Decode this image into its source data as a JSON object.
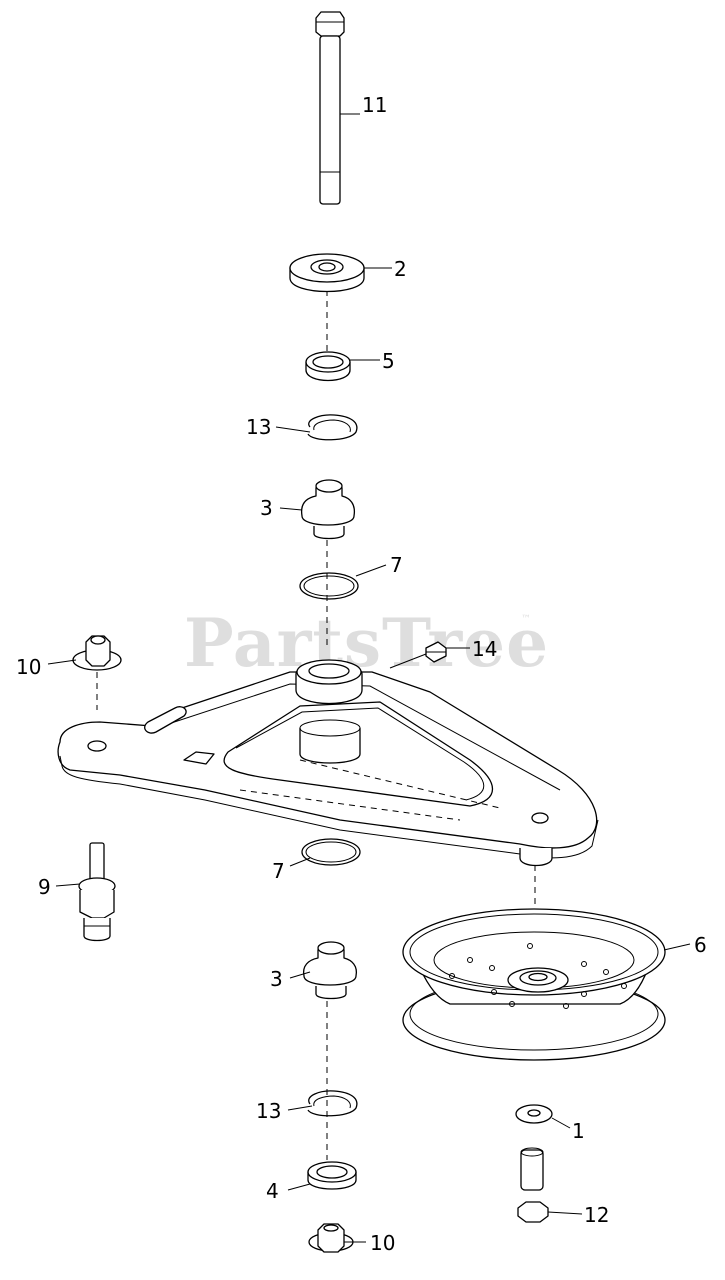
{
  "watermark": {
    "text": "PartsTree",
    "trademark": "™"
  },
  "callouts": {
    "c11": "11",
    "c2": "2",
    "c5": "5",
    "c13a": "13",
    "c3a": "3",
    "c7a": "7",
    "c14": "14",
    "c10a": "10",
    "c7b": "7",
    "c9": "9",
    "c6": "6",
    "c3b": "3",
    "c13b": "13",
    "c1": "1",
    "c4": "4",
    "c12": "12",
    "c10b": "10"
  }
}
